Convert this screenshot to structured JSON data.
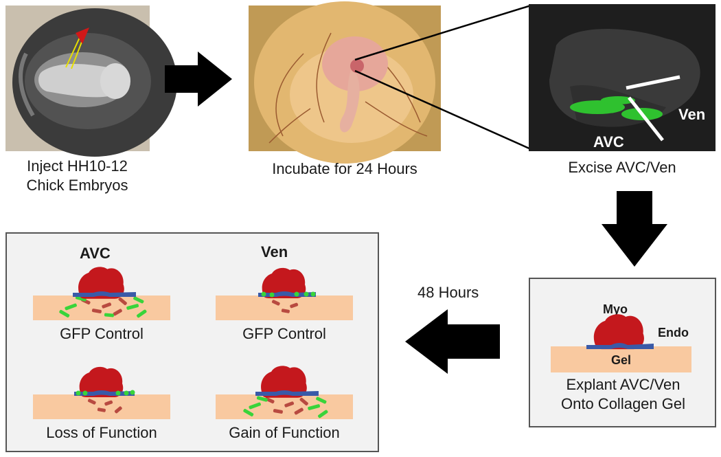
{
  "step1": {
    "line1": "Inject HH10-12",
    "line2": "Chick Embryos"
  },
  "step2": {
    "caption": "Incubate for 24 Hours"
  },
  "step3": {
    "caption": "Excise AVC/Ven",
    "label_avc": "AVC",
    "label_ven": "Ven"
  },
  "step4": {
    "label_myo": "Myo",
    "label_endo": "Endo",
    "label_gel": "Gel",
    "line1": "Explant AVC/Ven",
    "line2": "Onto Collagen Gel"
  },
  "timing": {
    "label": "48 Hours"
  },
  "results": {
    "col_avc": "AVC",
    "col_ven": "Ven",
    "avc_gfp": "GFP Control",
    "ven_gfp": "GFP Control",
    "avc_lof": "Loss of Function",
    "ven_gof": "Gain of Function"
  },
  "colors": {
    "arrow": "#000000",
    "gel": "#f9c9a0",
    "myo": "#c4181d",
    "endo": "#3a5aa8",
    "gfp": "#39d43a",
    "cell": "#b84a40"
  }
}
